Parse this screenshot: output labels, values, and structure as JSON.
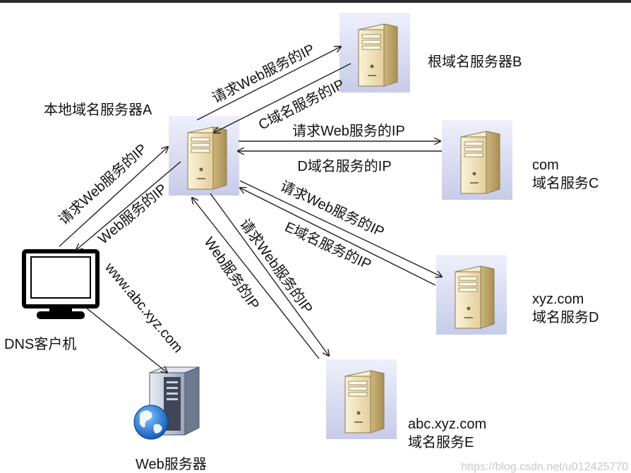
{
  "nodes": {
    "root_server": {
      "label": "根域名服务器B"
    },
    "local_server": {
      "label": "本地域名服务器A"
    },
    "com_server": {
      "label_line1": "com",
      "label_line2": "域名服务C"
    },
    "xyz_server": {
      "label_line1": "xyz.com",
      "label_line2": "域名服务D"
    },
    "abc_server": {
      "label_line1": "abc.xyz.com",
      "label_line2": "域名服务E"
    },
    "client": {
      "label": "DNS客户机"
    },
    "web_server": {
      "label": "Web服务器"
    }
  },
  "edges": {
    "client_to_local_request": "请求Web服务的IP",
    "local_to_client_reply": "Web服务的IP",
    "local_to_root_request": "请求Web服务的IP",
    "root_to_local_reply": "C域名服务的IP",
    "local_to_com_request": "请求Web服务的IP",
    "com_to_local_reply": "D域名服务的IP",
    "local_to_xyz_request": "请求Web服务的IP",
    "xyz_to_local_reply": "E域名服务的IP",
    "local_to_abc_request": "请求Web服务的IP",
    "abc_to_local_reply": "Web服务的IP",
    "client_to_web": "www.abc.xyz.com"
  },
  "watermark": "https://blog.csdn.net/u012425770"
}
